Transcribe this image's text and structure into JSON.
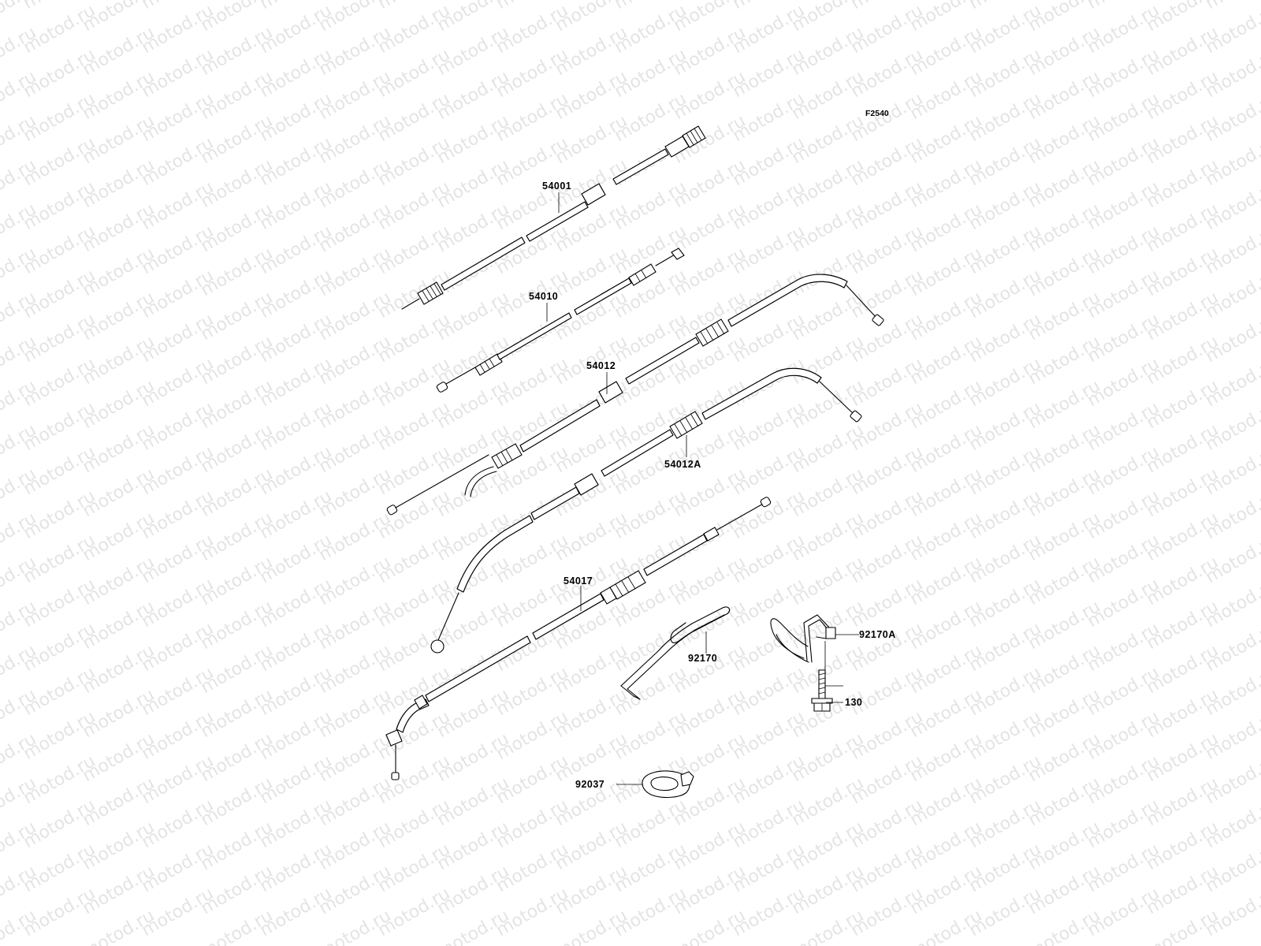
{
  "watermark_text": "motod.ru",
  "figure_code": "F2540",
  "parts": [
    {
      "number": "54001"
    },
    {
      "number": "54010"
    },
    {
      "number": "54012"
    },
    {
      "number": "54012A"
    },
    {
      "number": "54017"
    },
    {
      "number": "92170"
    },
    {
      "number": "92170A"
    },
    {
      "number": "130"
    },
    {
      "number": "92037"
    }
  ]
}
